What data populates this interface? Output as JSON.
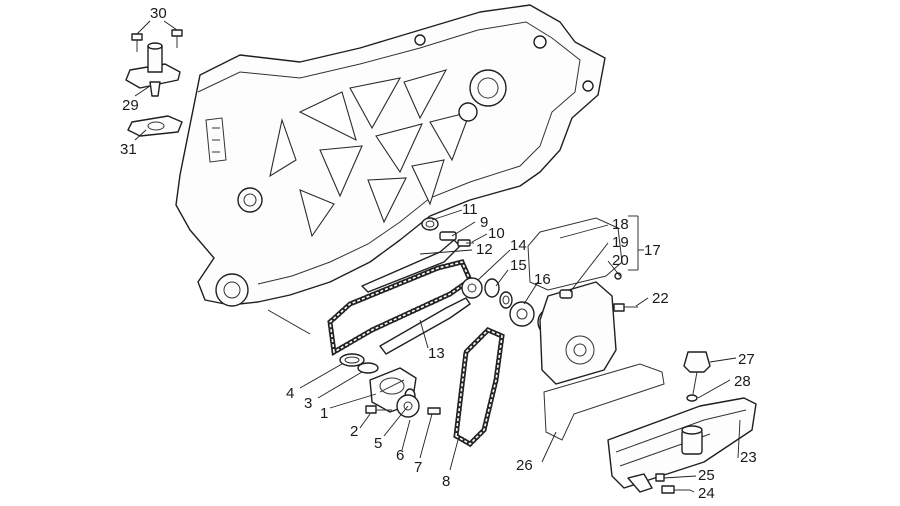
{
  "colors": {
    "line": "#1f1f1f",
    "background": "#ffffff"
  },
  "callouts": [
    {
      "id": "c30",
      "label": "30"
    },
    {
      "id": "c29",
      "label": "29"
    },
    {
      "id": "c31",
      "label": "31"
    },
    {
      "id": "c11",
      "label": "11"
    },
    {
      "id": "c9",
      "label": "9"
    },
    {
      "id": "c10",
      "label": "10"
    },
    {
      "id": "c12",
      "label": "12"
    },
    {
      "id": "c14",
      "label": "14"
    },
    {
      "id": "c15",
      "label": "15"
    },
    {
      "id": "c16",
      "label": "16"
    },
    {
      "id": "c18",
      "label": "18"
    },
    {
      "id": "c19",
      "label": "19"
    },
    {
      "id": "c20",
      "label": "20"
    },
    {
      "id": "c17",
      "label": "17"
    },
    {
      "id": "c22",
      "label": "22"
    },
    {
      "id": "c13",
      "label": "13"
    },
    {
      "id": "c4",
      "label": "4"
    },
    {
      "id": "c3",
      "label": "3"
    },
    {
      "id": "c1",
      "label": "1"
    },
    {
      "id": "c2",
      "label": "2"
    },
    {
      "id": "c5",
      "label": "5"
    },
    {
      "id": "c6",
      "label": "6"
    },
    {
      "id": "c7",
      "label": "7"
    },
    {
      "id": "c8",
      "label": "8"
    },
    {
      "id": "c27",
      "label": "27"
    },
    {
      "id": "c28",
      "label": "28"
    },
    {
      "id": "c26",
      "label": "26"
    },
    {
      "id": "c23",
      "label": "23"
    },
    {
      "id": "c25",
      "label": "25"
    },
    {
      "id": "c24",
      "label": "24"
    }
  ]
}
